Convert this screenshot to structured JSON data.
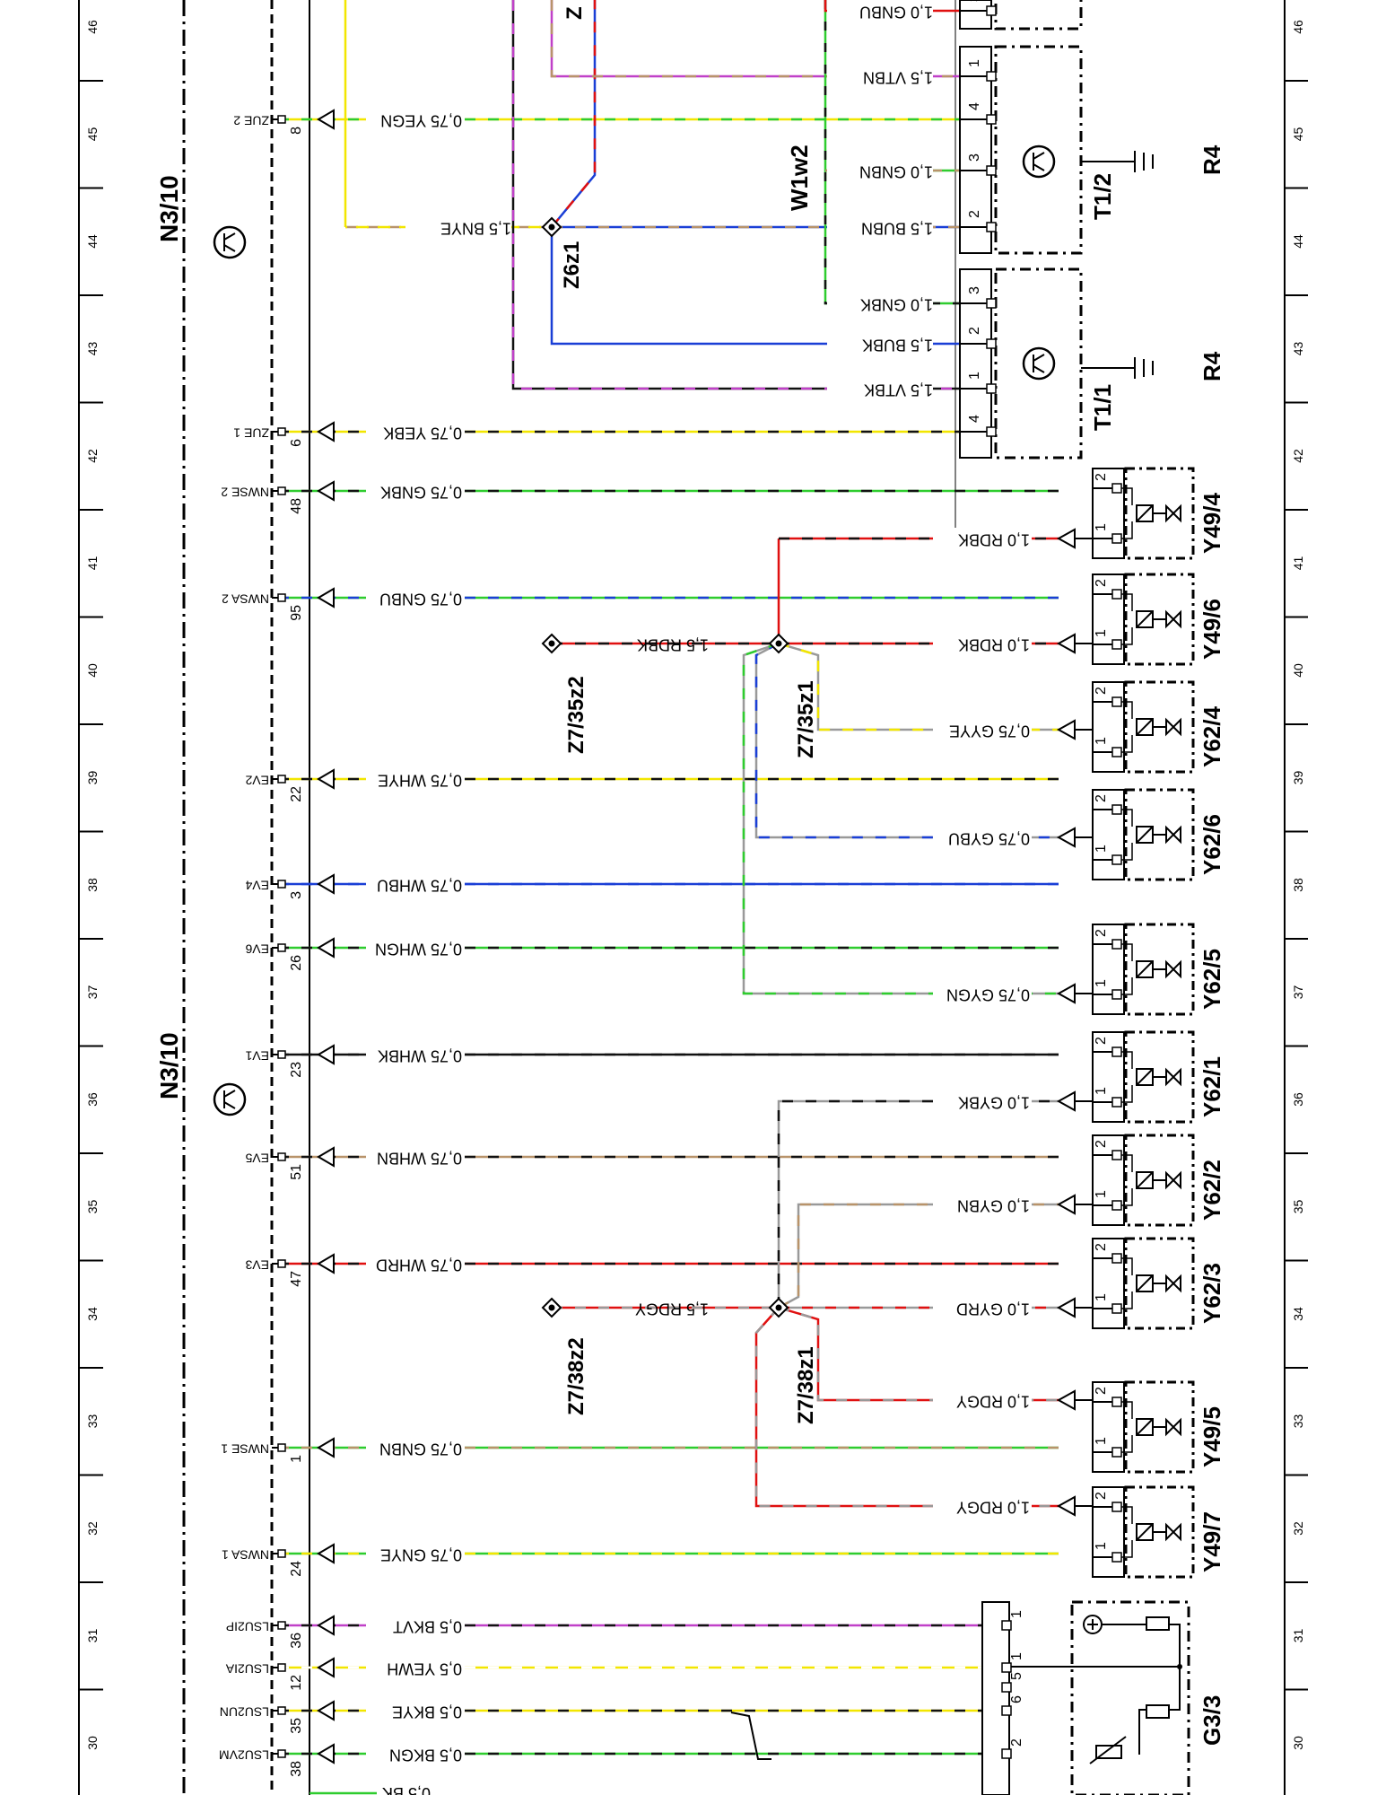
{
  "ruler": {
    "numbers": [
      "46",
      "45",
      "44",
      "43",
      "42",
      "41",
      "40",
      "39",
      "38",
      "37",
      "36",
      "35",
      "34",
      "33",
      "32",
      "31",
      "30"
    ]
  },
  "ecu": {
    "label_top": "N3/10",
    "label_bottom": "N3/10"
  },
  "ecu_pins": [
    {
      "id": "zue2",
      "signal": "ZUE 2",
      "pin": "8",
      "wire": "0,75 YEGN",
      "colors": [
        "#f2e600",
        "#2ecc2e"
      ]
    },
    {
      "id": "zue1",
      "signal": "ZUE 1",
      "pin": "6",
      "wire": "0,75 YEBK",
      "colors": [
        "#f2e600",
        "#111111"
      ]
    },
    {
      "id": "nwse2",
      "signal": "NWSE 2",
      "pin": "48",
      "wire": "0,75 GNBK",
      "colors": [
        "#2ecc2e",
        "#111111"
      ]
    },
    {
      "id": "nwsa2",
      "signal": "NWSA 2",
      "pin": "95",
      "wire": "0,75 GNBU",
      "colors": [
        "#2ecc2e",
        "#1a3fd6"
      ]
    },
    {
      "id": "ev2",
      "signal": "EV2",
      "pin": "22",
      "wire": "0,75 WHYE",
      "colors": [
        "#f2e600",
        "#111111"
      ]
    },
    {
      "id": "ev4",
      "signal": "EV4",
      "pin": "3",
      "wire": "0,75 WHBU",
      "colors": [
        "#1a3fd6",
        "#1a3fd6"
      ]
    },
    {
      "id": "ev6",
      "signal": "EV6",
      "pin": "26",
      "wire": "0,75 WHGN",
      "colors": [
        "#2ecc2e",
        "#111111"
      ]
    },
    {
      "id": "ev1",
      "signal": "EV1",
      "pin": "23",
      "wire": "0,75 WHBK",
      "colors": [
        "#111111",
        "#111111"
      ]
    },
    {
      "id": "ev5",
      "signal": "EV5",
      "pin": "51",
      "wire": "0,75 WHBN",
      "colors": [
        "#b8936a",
        "#111111"
      ]
    },
    {
      "id": "ev3",
      "signal": "EV3",
      "pin": "47",
      "wire": "0,75 WHRD",
      "colors": [
        "#e01010",
        "#111111"
      ]
    },
    {
      "id": "nwse1",
      "signal": "NWSE 1",
      "pin": "1",
      "wire": "0,75 GNBN",
      "colors": [
        "#2ecc2e",
        "#b8936a"
      ]
    },
    {
      "id": "nwsa1",
      "signal": "NWSA 1",
      "pin": "24",
      "wire": "0,75 GNYE",
      "colors": [
        "#2ecc2e",
        "#f2e600"
      ]
    },
    {
      "id": "lsu2ip",
      "signal": "LSU2IP",
      "pin": "36",
      "wire": "0,5 BKVT",
      "colors": [
        "#c040c8",
        "#111111"
      ]
    },
    {
      "id": "lsu2ia",
      "signal": "LSU2IA",
      "pin": "12",
      "wire": "0,5 YEWH",
      "colors": [
        "#f2e600",
        "#ffffff"
      ]
    },
    {
      "id": "lsu2un",
      "signal": "LSU2UN",
      "pin": "35",
      "wire": "0,5 BKYE",
      "colors": [
        "#f2e600",
        "#111111"
      ]
    },
    {
      "id": "lsu2vm",
      "signal": "LSU2VM",
      "pin": "38",
      "wire": "0,5 BKGN",
      "colors": [
        "#2ecc2e",
        "#111111"
      ]
    }
  ],
  "bottom_partial_wire": "0,5 BK",
  "sensors": {
    "t1_1": "T1/1",
    "t1_2": "T1/2",
    "r4_a": "R4",
    "r4_b": "R4",
    "w1w2": "W1w2"
  },
  "sensor_wires": [
    {
      "wire": "1,0 GNBU"
    },
    {
      "wire": "1,5 VTBN"
    },
    {
      "wire": "1,0 GNBN"
    },
    {
      "wire": "1,5 BUBN"
    },
    {
      "wire": "1,0 GNBK"
    },
    {
      "wire": "1,5 BUBK"
    },
    {
      "wire": "1,5 VTBK"
    },
    {
      "wire": "1,5 BNYE"
    }
  ],
  "splices": {
    "z6z1": "Z6z1",
    "z7_35z1": "Z7/35z1",
    "z7_35z2": "Z7/35z2",
    "z7_38z1": "Z7/38z1",
    "z7_38z2": "Z7/38z2",
    "z_top": "Z"
  },
  "valves": [
    {
      "id": "y49_4",
      "label": "Y49/4",
      "wire_in": "1,0 RDBK"
    },
    {
      "id": "y49_6",
      "label": "Y49/6",
      "wire_in": "1,0 RDBK"
    },
    {
      "id": "y62_4",
      "label": "Y62/4",
      "wire_in": "0,75 GYYE"
    },
    {
      "id": "y62_6",
      "label": "Y62/6",
      "wire_in": "0,75 GYBU"
    },
    {
      "id": "y62_5",
      "label": "Y62/5",
      "wire_in": "0,75 GYGN"
    },
    {
      "id": "y62_1",
      "label": "Y62/1",
      "wire_in": "1,0 GYBK"
    },
    {
      "id": "y62_2",
      "label": "Y62/2",
      "wire_in": "1,0 GYBN"
    },
    {
      "id": "y62_3",
      "label": "Y62/3",
      "wire_in": "1,0 GYRD"
    },
    {
      "id": "y49_5",
      "label": "Y49/5",
      "wire_in": "1,0 RDGY"
    },
    {
      "id": "y49_7",
      "label": "Y49/7",
      "wire_in": "1,0 RDGY"
    }
  ],
  "splice_wires": {
    "rdbk_15": "1,5 RDBK",
    "rdgy_15": "1,5 RDGY"
  },
  "lambda_sensor": {
    "label": "G3/3"
  },
  "connector_pins": [
    "1",
    "2",
    "3",
    "4",
    "1",
    "2",
    "5",
    "6",
    "2"
  ]
}
